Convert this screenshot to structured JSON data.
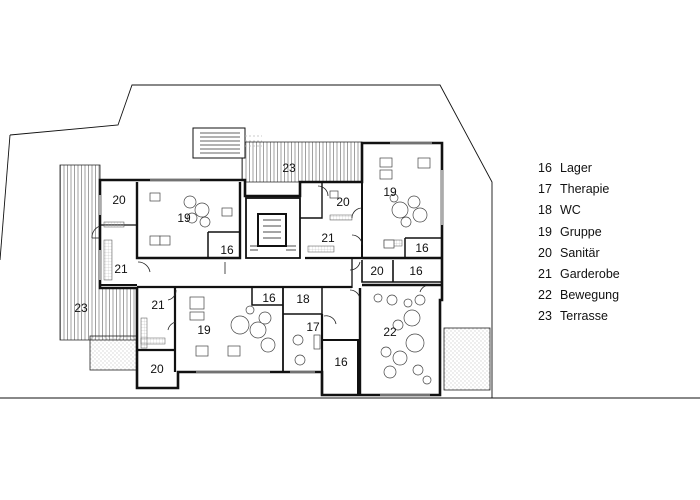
{
  "rooms": [
    {
      "key": "r20-nw",
      "num": "20"
    },
    {
      "key": "r19-nw",
      "num": "19"
    },
    {
      "key": "r16-nw",
      "num": "16"
    },
    {
      "key": "r21-nw",
      "num": "21"
    },
    {
      "key": "r23-north",
      "num": "23"
    },
    {
      "key": "r20-n",
      "num": "20"
    },
    {
      "key": "r21-n",
      "num": "21"
    },
    {
      "key": "r19-ne",
      "num": "19"
    },
    {
      "key": "r16-ne",
      "num": "16"
    },
    {
      "key": "r20-e",
      "num": "20"
    },
    {
      "key": "r16-e",
      "num": "16"
    },
    {
      "key": "r21-sw",
      "num": "21"
    },
    {
      "key": "r16-s",
      "num": "16"
    },
    {
      "key": "r18",
      "num": "18"
    },
    {
      "key": "r19-s",
      "num": "19"
    },
    {
      "key": "r17",
      "num": "17"
    },
    {
      "key": "r16-se",
      "num": "16"
    },
    {
      "key": "r22",
      "num": "22"
    },
    {
      "key": "r23-west",
      "num": "23"
    },
    {
      "key": "r20-sw",
      "num": "20"
    }
  ],
  "legend": [
    {
      "num": "16",
      "label": "Lager"
    },
    {
      "num": "17",
      "label": "Therapie"
    },
    {
      "num": "18",
      "label": "WC"
    },
    {
      "num": "19",
      "label": "Gruppe"
    },
    {
      "num": "20",
      "label": "Sanitär"
    },
    {
      "num": "21",
      "label": "Garderobe"
    },
    {
      "num": "22",
      "label": "Bewegung"
    },
    {
      "num": "23",
      "label": "Terrasse"
    }
  ]
}
